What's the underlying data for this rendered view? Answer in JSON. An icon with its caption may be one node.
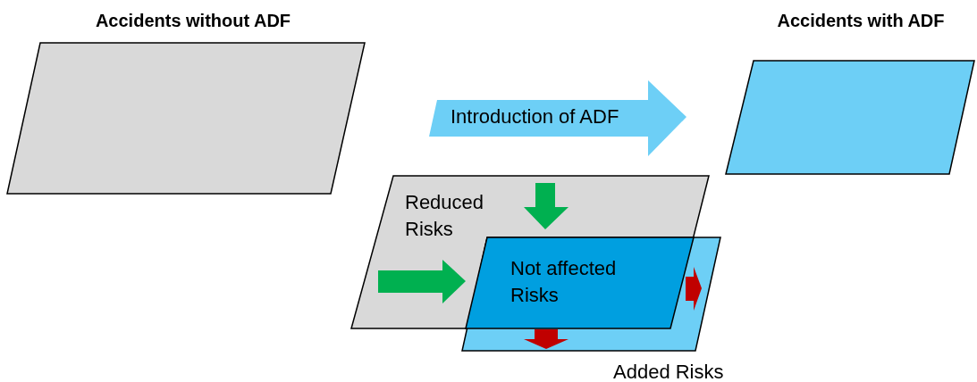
{
  "diagram": {
    "nodes": [
      {
        "text": [
          "Accidents without ADF"
        ]
      },
      {
        "text": [
          "Accidents with ADF"
        ]
      },
      {
        "text": [
          "Introduction of ADF"
        ]
      },
      {
        "text": [
          "Reduced Risks"
        ]
      },
      {
        "text": [],
        "shape": "parallelogram",
        "beside": [
          "Added Risks"
        ]
      },
      {
        "text": [
          "Not affected Risks"
        ]
      }
    ]
  }
}
